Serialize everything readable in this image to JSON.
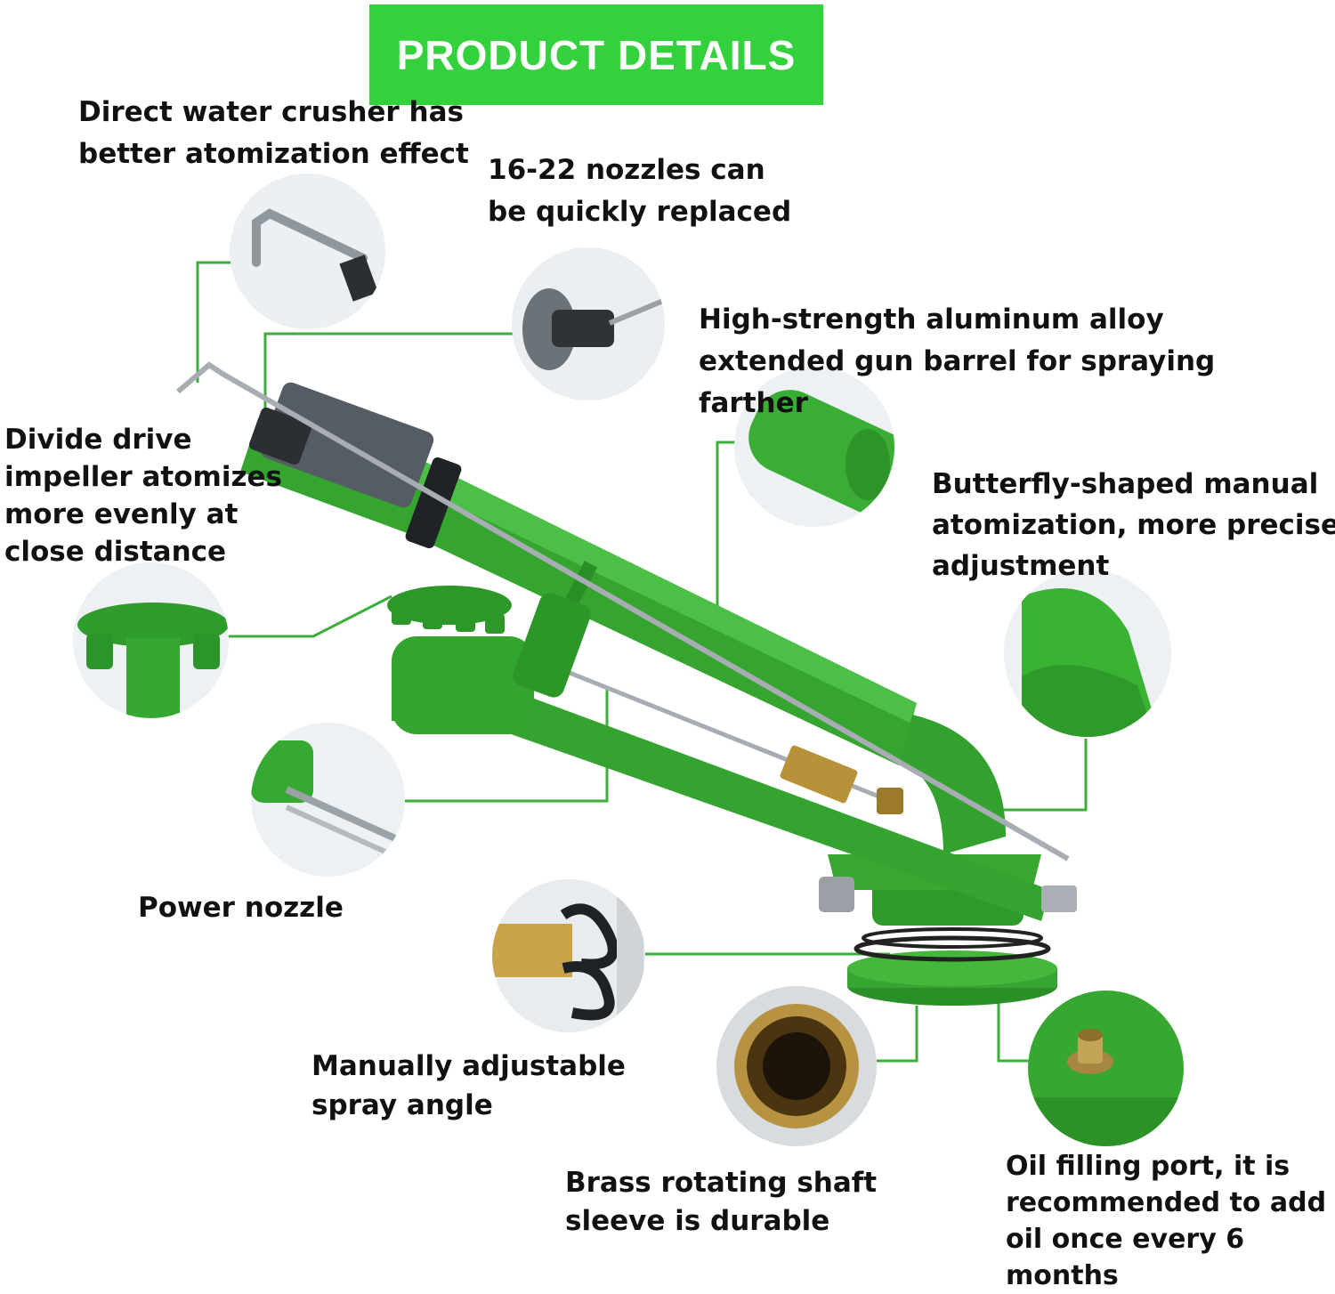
{
  "banner": {
    "title": "PRODUCT DETAILS",
    "color": "#33d13c"
  },
  "colors": {
    "product_green": "#2e9b2a",
    "leader_line": "#3cae3a",
    "brass": "#b8923a"
  },
  "callouts": {
    "water_crusher": {
      "line1": "Direct water crusher has",
      "line2": "better atomization effect"
    },
    "nozzles": {
      "line1": "16-22 nozzles can",
      "line2": "be quickly replaced"
    },
    "barrel": {
      "line1": "High-strength aluminum alloy",
      "line2": "extended gun barrel for spraying",
      "line3": "farther"
    },
    "impeller": {
      "line1": "Divide drive",
      "line2": "impeller atomizes",
      "line3": "more evenly at",
      "line4": "close distance"
    },
    "butterfly": {
      "line1": "Butterfly-shaped manual",
      "line2": "atomization, more precise",
      "line3": "adjustment"
    },
    "power_nozzle": {
      "line1": "Power nozzle"
    },
    "spray_angle": {
      "line1": "Manually adjustable",
      "line2": "spray angle"
    },
    "brass_shaft": {
      "line1": "Brass rotating shaft",
      "line2": "sleeve is durable"
    },
    "oil_port": {
      "line1": "Oil filling port, it is",
      "line2": "recommended to add",
      "line3": "oil once every 6",
      "line4": "months"
    }
  }
}
